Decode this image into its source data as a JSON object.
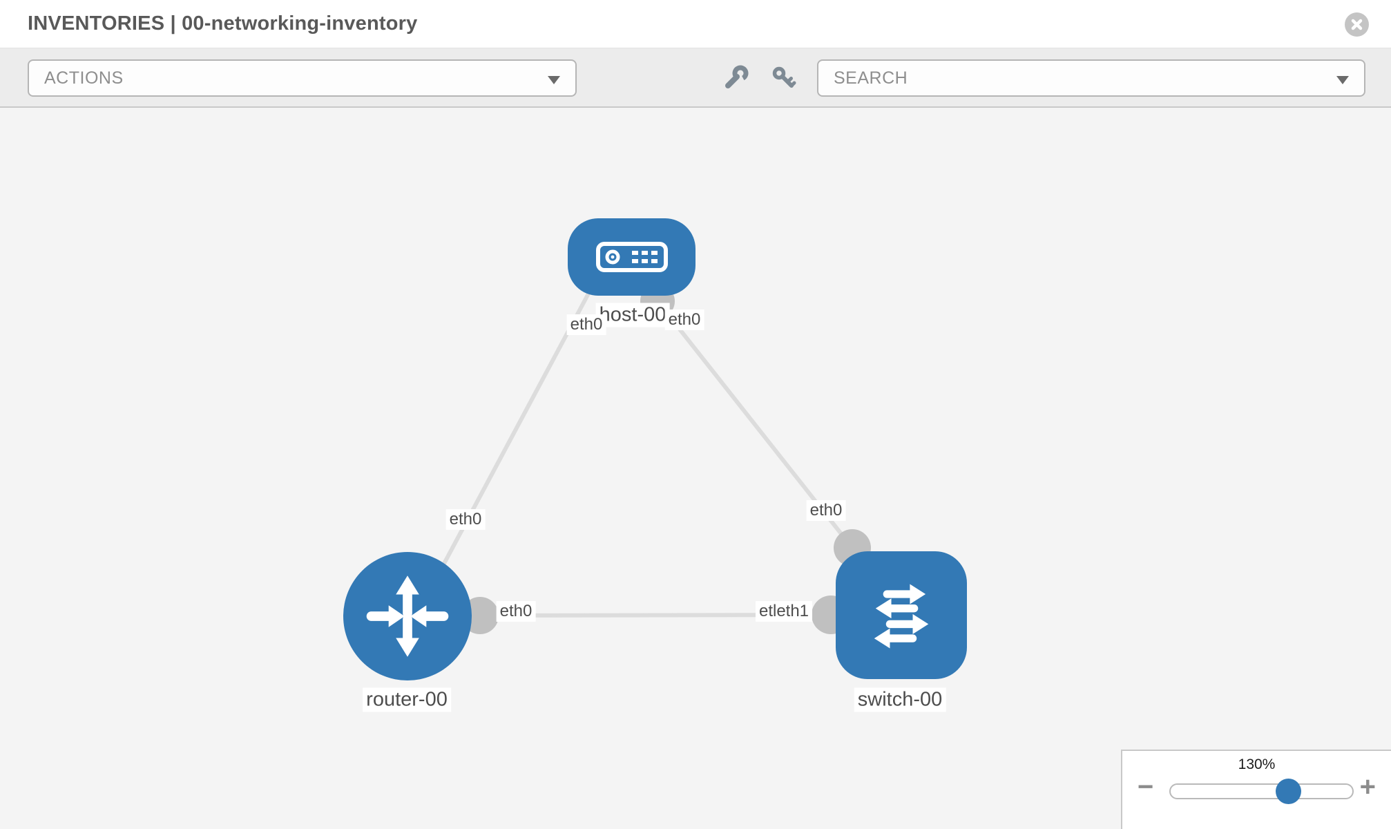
{
  "header": {
    "title": "INVENTORIES | 00-networking-inventory"
  },
  "toolbar": {
    "actions_label": "ACTIONS",
    "search_label": "SEARCH",
    "icons": [
      "wrench-icon",
      "key-icon"
    ]
  },
  "graph": {
    "nodes": [
      {
        "id": "host-00",
        "type": "host",
        "label": "host-00"
      },
      {
        "id": "router-00",
        "type": "router",
        "label": "router-00"
      },
      {
        "id": "switch-00",
        "type": "switch",
        "label": "switch-00"
      }
    ],
    "links": [
      {
        "from": "host-00",
        "to": "router-00",
        "source_label": "eth0",
        "target_label": "eth0"
      },
      {
        "from": "host-00",
        "to": "switch-00",
        "source_label": "eth0",
        "target_label": "eth0"
      },
      {
        "from": "router-00",
        "to": "switch-00",
        "source_label": "eth0",
        "target_label": "etleth1"
      }
    ]
  },
  "zoom_control": {
    "level": "130%",
    "minus_label": "−",
    "plus_label": "+"
  },
  "colors": {
    "node_blue": "#3379b5",
    "link_gray": "#dcdcdc",
    "endpoint_gray": "#c0c0c0",
    "toolbar_bg": "#ececec",
    "canvas_bg": "#f4f4f4"
  }
}
